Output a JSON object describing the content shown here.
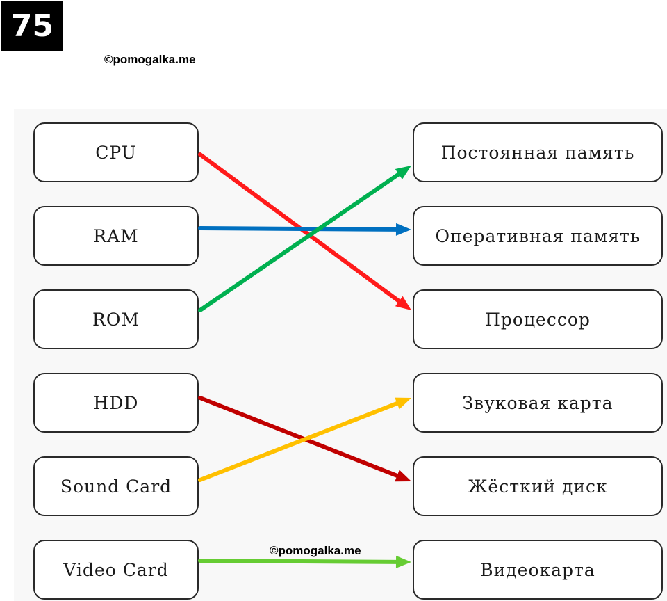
{
  "task_number": "75",
  "watermark": "©pomogalka.me",
  "left_items": [
    "CPU",
    "RAM",
    "ROM",
    "HDD",
    "Sound Card",
    "Video Card"
  ],
  "right_items": [
    "Постоянная память",
    "Оперативная память",
    "Процессор",
    "Звуковая карта",
    "Жёсткий диск",
    "Видеокарта"
  ],
  "connections": [
    {
      "from": 0,
      "to": 2,
      "color": "#ff1a1a"
    },
    {
      "from": 1,
      "to": 1,
      "color": "#0070c0"
    },
    {
      "from": 2,
      "to": 0,
      "color": "#00b050"
    },
    {
      "from": 3,
      "to": 4,
      "color": "#c00000"
    },
    {
      "from": 4,
      "to": 3,
      "color": "#ffc000"
    },
    {
      "from": 5,
      "to": 5,
      "color": "#66cc33"
    }
  ]
}
